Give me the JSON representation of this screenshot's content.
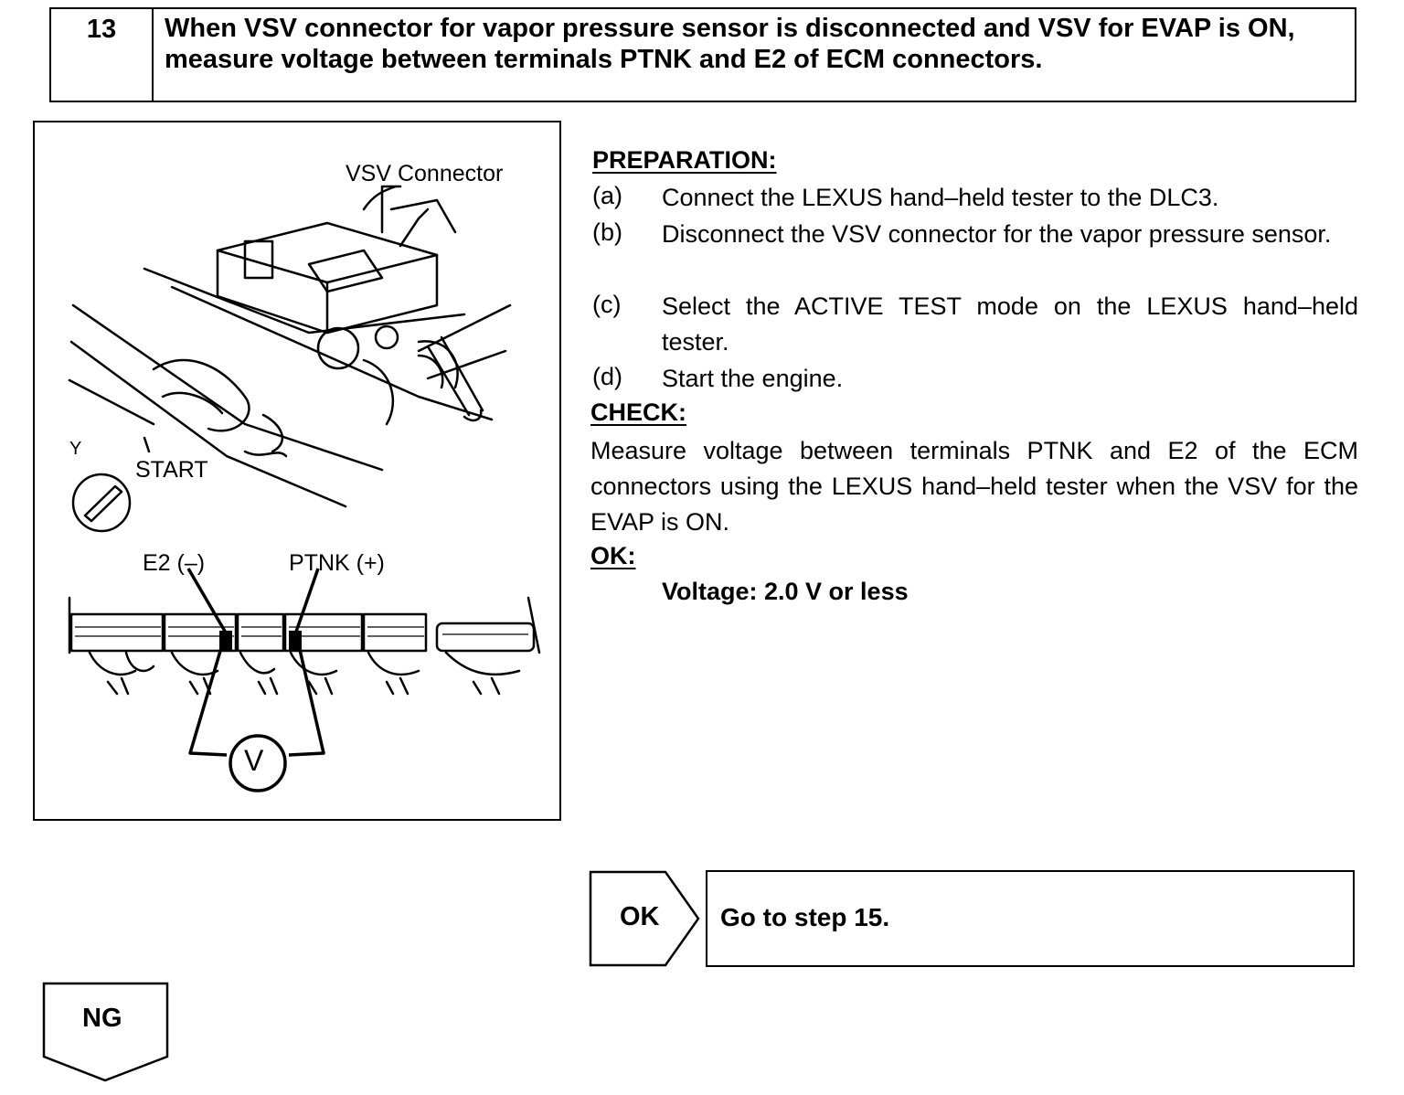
{
  "step": {
    "number": "13",
    "title": "When VSV connector for vapor pressure sensor is disconnected and VSV for EVAP is ON, measure voltage between terminals PTNK and E2 of ECM connectors."
  },
  "figure": {
    "vsv_connector_label": "VSV Connector",
    "ignition_y_label": "Y",
    "ignition_start_label": "START",
    "e2_label": "E2 (–)",
    "ptnk_label": "PTNK (+)",
    "voltmeter_symbol": "V"
  },
  "preparation": {
    "heading": "PREPARATION:",
    "items": [
      {
        "letter": "(a)",
        "text": "Connect the LEXUS hand–held tester to the DLC3."
      },
      {
        "letter": "(b)",
        "text": "Disconnect the VSV connector for the vapor pressure sensor."
      },
      {
        "letter": "(c)",
        "text": "Select the ACTIVE TEST mode on the LEXUS hand–held tester."
      },
      {
        "letter": "(d)",
        "text": "Start the engine."
      }
    ]
  },
  "check": {
    "heading": "CHECK:",
    "text": "Measure voltage between terminals PTNK and E2 of the ECM connectors using the LEXUS hand–held tester when the VSV for the EVAP is ON."
  },
  "ok_spec": {
    "heading": "OK:",
    "value": "Voltage: 2.0 V or less"
  },
  "ok_result": {
    "label": "OK",
    "action": "Go to step 15."
  },
  "ng_result": {
    "label": "NG"
  }
}
